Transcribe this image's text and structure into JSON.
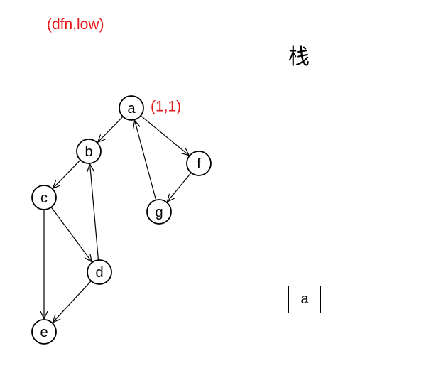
{
  "header_label": "(dfn,low)",
  "stack": {
    "title": "栈",
    "items": [
      "a"
    ]
  },
  "colors": {
    "annotation": "#e41a1a",
    "ink": "#000000"
  },
  "graph": {
    "nodes": [
      {
        "id": "a",
        "label": "a",
        "annotation": "(1,1)"
      },
      {
        "id": "b",
        "label": "b"
      },
      {
        "id": "c",
        "label": "c"
      },
      {
        "id": "d",
        "label": "d"
      },
      {
        "id": "e",
        "label": "e"
      },
      {
        "id": "f",
        "label": "f"
      },
      {
        "id": "g",
        "label": "g"
      }
    ],
    "edges": [
      {
        "from": "a",
        "to": "b"
      },
      {
        "from": "a",
        "to": "f"
      },
      {
        "from": "b",
        "to": "c"
      },
      {
        "from": "c",
        "to": "d"
      },
      {
        "from": "c",
        "to": "e"
      },
      {
        "from": "d",
        "to": "b"
      },
      {
        "from": "d",
        "to": "e"
      },
      {
        "from": "f",
        "to": "g"
      },
      {
        "from": "g",
        "to": "a"
      }
    ]
  }
}
